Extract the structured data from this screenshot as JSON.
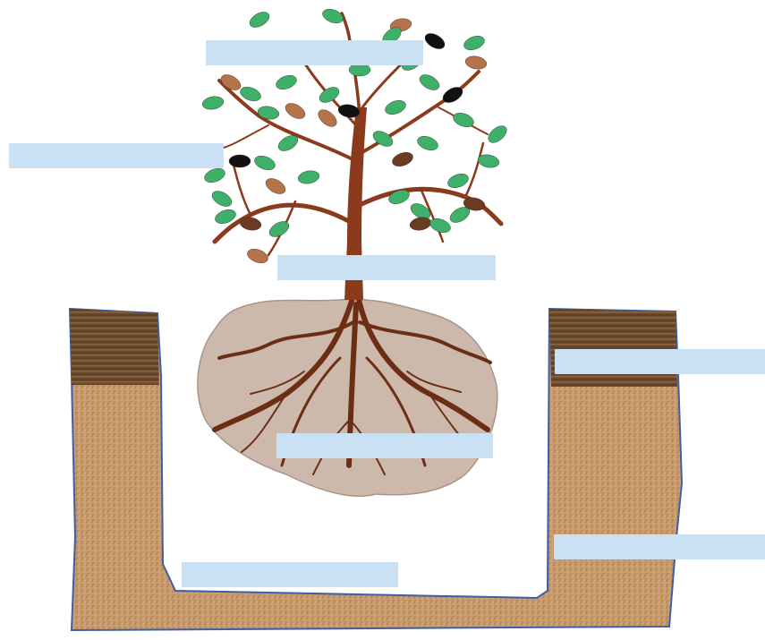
{
  "diagram": {
    "colors": {
      "label_box": "#c9e1f3",
      "soil": "#c89a6c",
      "soil_dark": "#a57448",
      "topsoil": "#6b4a2e",
      "hole_outline": "#3d5fa6",
      "root_ball": "#cdb9ac",
      "trunk": "#8b3a1c",
      "leaf_green": "#3fb069",
      "leaf_light": "#5cc47e",
      "leaf_brown": "#b5734a",
      "leaf_dark": "#6b3b22",
      "leaf_black": "#111111"
    },
    "labels": [
      {
        "id": "label-crown",
        "text": ""
      },
      {
        "id": "label-branches",
        "text": ""
      },
      {
        "id": "label-trunk",
        "text": ""
      },
      {
        "id": "label-topsoil",
        "text": ""
      },
      {
        "id": "label-root-ball",
        "text": ""
      },
      {
        "id": "label-subsoil",
        "text": ""
      },
      {
        "id": "label-hole-bottom",
        "text": ""
      }
    ]
  }
}
